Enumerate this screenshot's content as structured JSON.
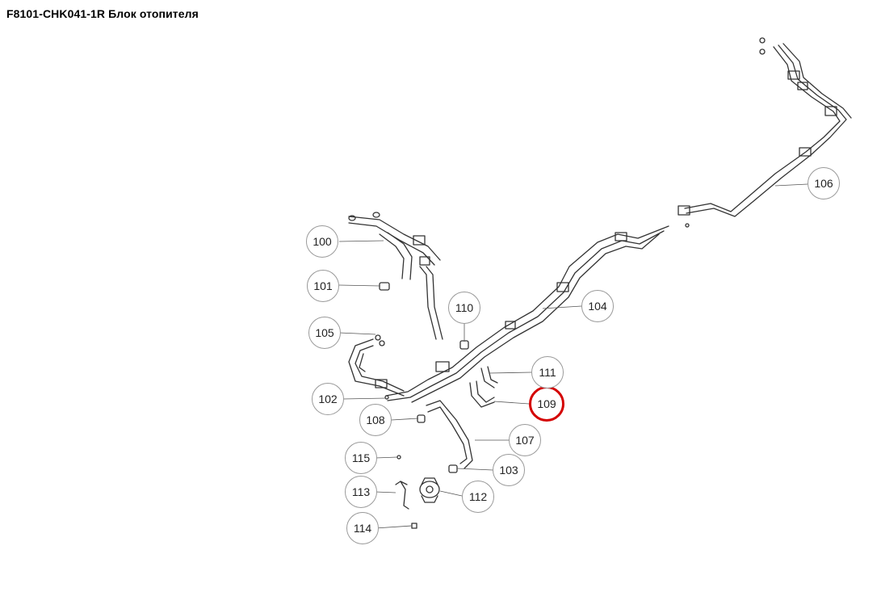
{
  "title": "F8101-CHK041-1R Блок отопителя",
  "accent_color": "#d40000",
  "parts": [
    {
      "id": "c100",
      "label": "100"
    },
    {
      "id": "c101",
      "label": "101"
    },
    {
      "id": "c102",
      "label": "102"
    },
    {
      "id": "c103",
      "label": "103"
    },
    {
      "id": "c104",
      "label": "104"
    },
    {
      "id": "c105",
      "label": "105"
    },
    {
      "id": "c106",
      "label": "106"
    },
    {
      "id": "c107",
      "label": "107"
    },
    {
      "id": "c108",
      "label": "108"
    },
    {
      "id": "c109",
      "label": "109",
      "selected": true
    },
    {
      "id": "c110",
      "label": "110"
    },
    {
      "id": "c111",
      "label": "111"
    },
    {
      "id": "c112",
      "label": "112"
    },
    {
      "id": "c113",
      "label": "113"
    },
    {
      "id": "c114",
      "label": "114"
    },
    {
      "id": "c115",
      "label": "115"
    }
  ]
}
